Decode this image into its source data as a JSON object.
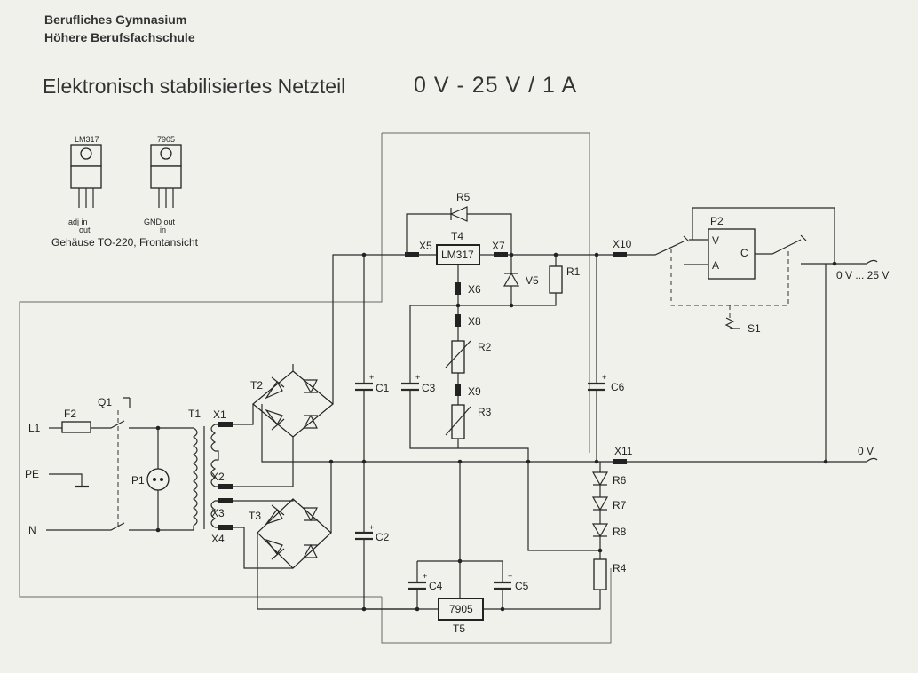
{
  "header": {
    "school_line1": "Berufliches Gymnasium",
    "school_line2": "Höhere Berufsfachschule",
    "title": "Elektronisch stabilisiertes Netzteil",
    "rating": "0 V - 25 V  /  1 A"
  },
  "package": {
    "ic1": "LM317",
    "ic1_pins_top": "adj  in",
    "ic1_pins_bottom": "out",
    "ic2": "7905",
    "ic2_pins_top": "GND out",
    "ic2_pins_bottom": "in",
    "caption": "Gehäuse TO-220, Frontansicht"
  },
  "labels": {
    "L1": "L1",
    "PE": "PE",
    "N": "N",
    "F2": "F2",
    "Q1": "Q1",
    "T1": "T1",
    "P1": "P1",
    "T2": "T2",
    "T3": "T3",
    "T4": "T4",
    "T5": "T5",
    "X1": "X1",
    "X2": "X2",
    "X3": "X3",
    "X4": "X4",
    "X5": "X5",
    "X6": "X6",
    "X7": "X7",
    "X8": "X8",
    "X9": "X9",
    "X10": "X10",
    "X11": "X11",
    "C1": "C1",
    "C2": "C2",
    "C3": "C3",
    "C4": "C4",
    "C5": "C5",
    "C6": "C6",
    "R1": "R1",
    "R2": "R2",
    "R3": "R3",
    "R4": "R4",
    "R5": "R5",
    "R6": "R6",
    "R7": "R7",
    "R8": "R8",
    "V5": "V5",
    "P2": "P2",
    "S1": "S1",
    "lm317": "LM317",
    "ic7905": "7905",
    "p2_v": "V",
    "p2_a": "A",
    "p2_c": "C",
    "out_pos": "0 V ... 25 V",
    "out_zero": "0 V",
    "plus": "+"
  }
}
